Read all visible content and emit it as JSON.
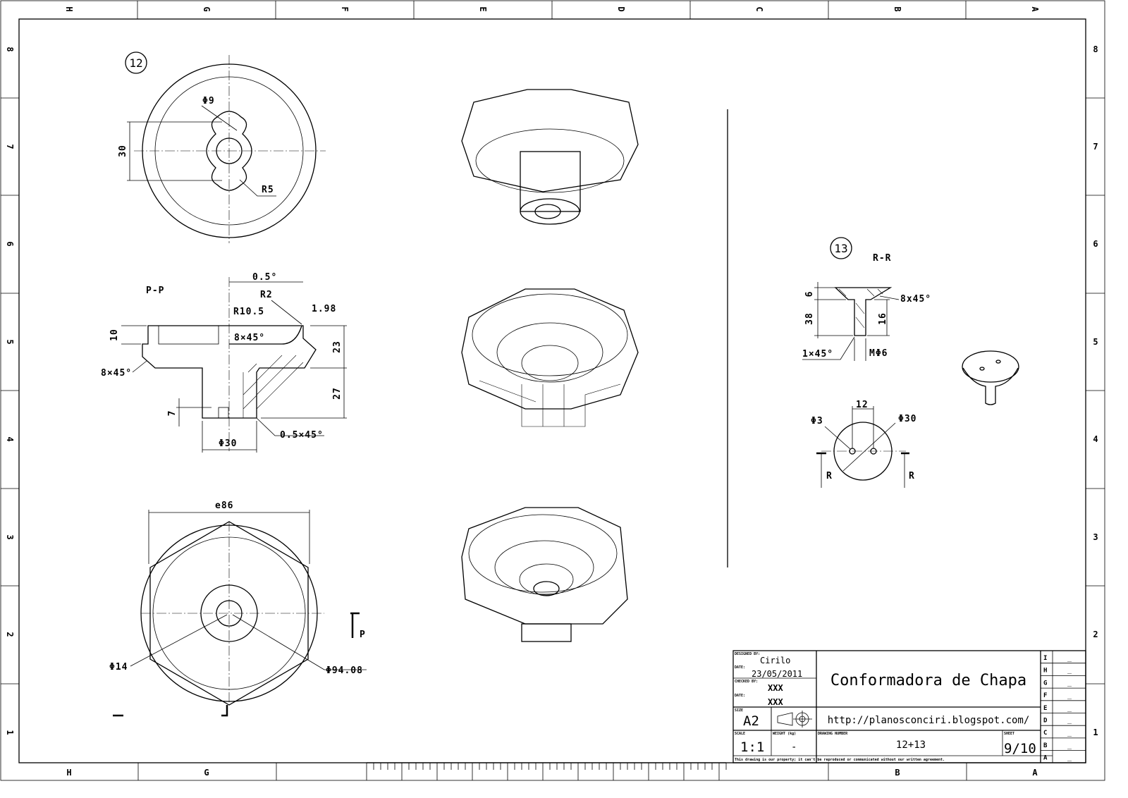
{
  "frame": {
    "columns": [
      "H",
      "G",
      "F",
      "E",
      "D",
      "C",
      "B",
      "A"
    ],
    "bottom_columns": [
      "H",
      "G",
      "B",
      "A"
    ],
    "rows": [
      "8",
      "7",
      "6",
      "5",
      "4",
      "3",
      "2",
      "1"
    ]
  },
  "part12": {
    "balloon": "12",
    "dims": {
      "phi9": "Φ9",
      "d30": "30",
      "r5": "R5",
      "section": "P-P",
      "d05deg": "0.5°",
      "r2": "R2",
      "r105": "R10.5",
      "d198": "1.98",
      "d10": "10",
      "ch8a": "8×45°",
      "ch8b": "8×45°",
      "d23": "23",
      "d27": "27",
      "d7": "7",
      "ch05": "0.5×45°",
      "phi30": "Φ30",
      "e86": "e86",
      "phi14": "Φ14",
      "phi9408": "Φ94.08",
      "p": "P"
    }
  },
  "part13": {
    "balloon": "13",
    "section": "R-R",
    "dims": {
      "d6": "6",
      "d38": "38",
      "d16": "16",
      "ch8": "8x45°",
      "ch1": "1×45°",
      "m6": "MΦ6",
      "d12": "12",
      "phi3": "Φ3",
      "phi30": "Φ30",
      "r_left": "R",
      "r_right": "R"
    }
  },
  "title_block": {
    "designed_by_label": "DESIGNED BY:",
    "designed_by": "Cirilo",
    "date_label": "DATE:",
    "date": "23/05/2011",
    "checked_by_label": "CHECKED BY:",
    "checked_by": "XXX",
    "date2_label": "DATE:",
    "date2": "XXX",
    "size_label": "SIZE",
    "size": "A2",
    "scale_label": "SCALE",
    "scale": "1:1",
    "weight_label": "WEIGHT (kg)",
    "weight": "-",
    "drawing_number_label": "DRAWING NUMBER",
    "drawing_number": "12+13",
    "sheet_label": "SHEET",
    "sheet": "9/10",
    "title": "Conformadora de Chapa",
    "url": "http://planosconciri.blogspot.com/",
    "notice": "This drawing is our property; it can't be reproduced or communicated without our written agreement.",
    "revisions": [
      {
        "l": "I",
        "v": "_"
      },
      {
        "l": "H",
        "v": "_"
      },
      {
        "l": "G",
        "v": "_"
      },
      {
        "l": "F",
        "v": "_"
      },
      {
        "l": "E",
        "v": "_"
      },
      {
        "l": "D",
        "v": "_"
      },
      {
        "l": "C",
        "v": "_"
      },
      {
        "l": "B",
        "v": "_"
      },
      {
        "l": "A",
        "v": "_"
      }
    ]
  }
}
